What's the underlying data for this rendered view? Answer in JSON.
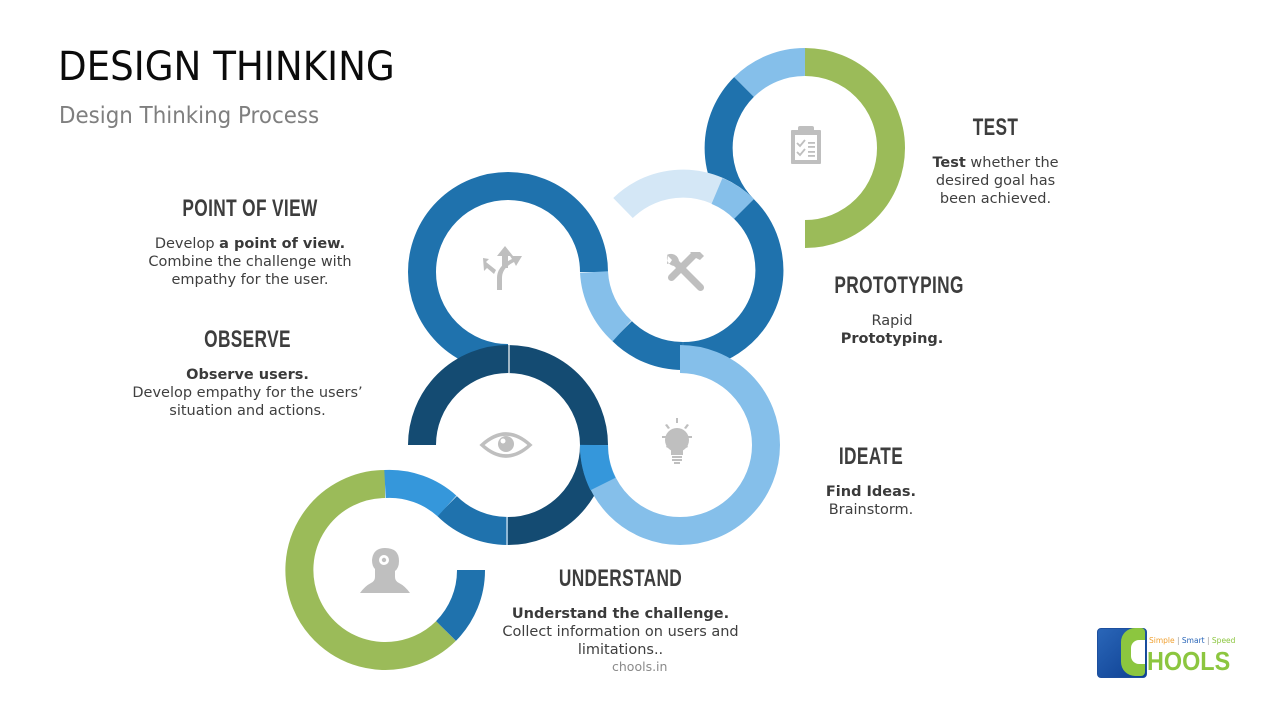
{
  "header": {
    "title": "DESIGN THINKING",
    "subtitle": "Design Thinking Process"
  },
  "steps": [
    {
      "id": "understand",
      "heading": "UNDERSTAND",
      "desc_bold": "Understand the challenge.",
      "desc_rest": "Collect information on users and limitations..",
      "icon": "head-gear-icon",
      "ring_color": "#9bbb59"
    },
    {
      "id": "observe",
      "heading": "OBSERVE",
      "desc_bold": "Observe users.",
      "desc_rest": "Develop empathy for the users’ situation and actions.",
      "icon": "eye-icon",
      "ring_color": "#144b72"
    },
    {
      "id": "point-of-view",
      "heading": "POINT OF VIEW",
      "desc_pre": "Develop ",
      "desc_bold": "a point of view.",
      "desc_rest": "Combine the challenge with empathy for the user.",
      "icon": "split-arrows-icon",
      "ring_color": "#1f72ad"
    },
    {
      "id": "ideate",
      "heading": "IDEATE",
      "desc_bold": "Find Ideas.",
      "desc_rest": "Brainstorm.",
      "icon": "lightbulb-icon",
      "ring_color": "#85bfea"
    },
    {
      "id": "prototyping",
      "heading": "PROTOTYPING",
      "desc_pre": "Rapid",
      "desc_bold": "Prototyping.",
      "icon": "tools-icon",
      "ring_color": "#1f72ad"
    },
    {
      "id": "test",
      "heading": "TEST",
      "desc_bold": "Test",
      "desc_rest": " whether the desired goal has been achieved.",
      "icon": "clipboard-checklist-icon",
      "ring_color": "#9bbb59"
    }
  ],
  "colors": {
    "green": "#9bbb59",
    "dark_navy": "#144b72",
    "mid_blue": "#1f72ad",
    "bright_blue": "#3597db",
    "light_blue": "#85bfea",
    "pale_blue": "#d4e7f6",
    "icon_gray": "#bfbfbf"
  },
  "footer": {
    "url": "chools.in"
  },
  "logo": {
    "tagline_1": "Simple",
    "tagline_2": "Smart",
    "tagline_3": "Speed",
    "separator": "|",
    "wordmark": "HOOLS"
  }
}
